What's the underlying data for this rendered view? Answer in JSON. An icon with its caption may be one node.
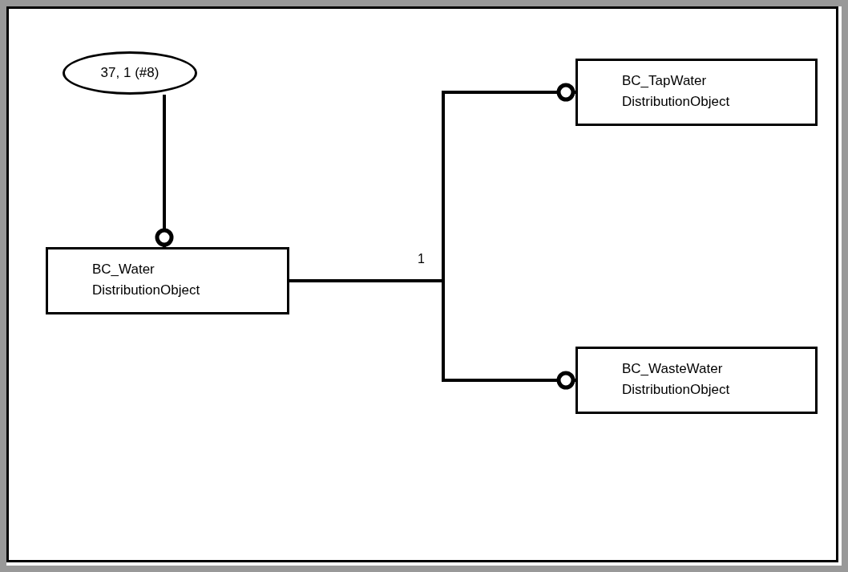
{
  "diagram": {
    "nodes": [
      {
        "text": [
          "37, 1 (#8)"
        ]
      },
      {
        "text": [
          "BC_Water DistributionObject"
        ]
      },
      {
        "text": [
          "BC_TapWater DistributionObject"
        ]
      },
      {
        "text": [
          "BC_WasteWater DistributionObject"
        ]
      }
    ],
    "edges": [
      {
        "from": 0,
        "to": 1,
        "arrow": "other"
      },
      {
        "from": 1,
        "to": 2,
        "arrow": "other",
        "label": "1"
      },
      {
        "from": 1,
        "to": 3,
        "arrow": "other"
      }
    ]
  }
}
